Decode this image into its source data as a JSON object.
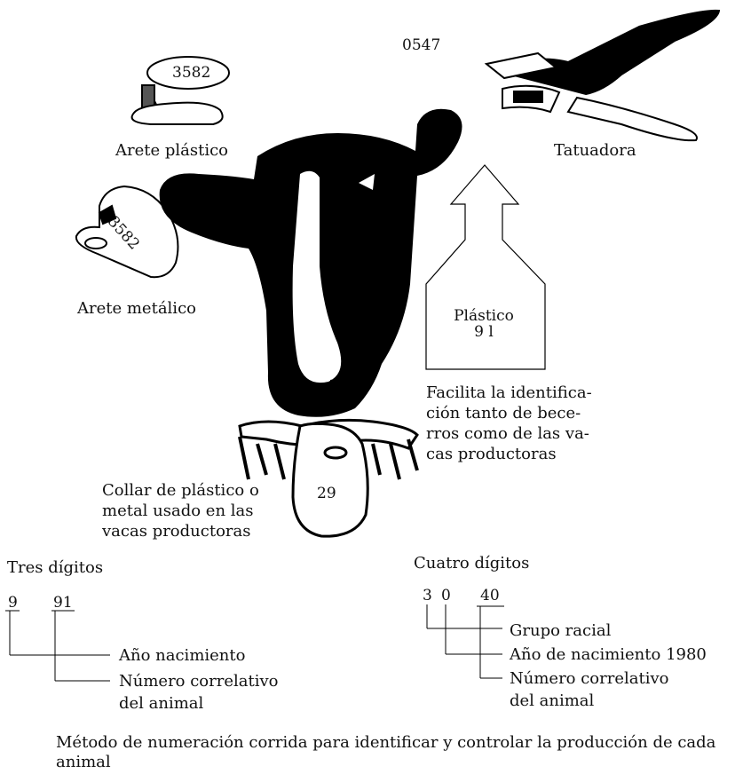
{
  "tattoo_number": "0547",
  "arete_plastico": {
    "number": "3582",
    "label": "Arete plástico"
  },
  "arete_metalico": {
    "number": "3582",
    "label": "Arete metálico"
  },
  "tatuadora": {
    "label": "Tatuadora"
  },
  "tag_plastico": {
    "title": "Plástico",
    "number": "9 l"
  },
  "facilita": [
    "Facilita la identifica-",
    "ción tanto de bece-",
    "rros como de las va-",
    "cas productoras"
  ],
  "collar": {
    "number": "29",
    "caption": [
      "Collar de plástico o",
      "metal usado en las",
      "vacas productoras"
    ]
  },
  "tres": {
    "title": "Tres dígitos",
    "d1": "9",
    "d2": "91",
    "labels": [
      "Año nacimiento",
      "Número correlativo",
      "del animal"
    ]
  },
  "cuatro": {
    "title": "Cuatro dígitos",
    "d1": "3",
    "d2": "0",
    "d3": "40",
    "labels": [
      "Grupo racial",
      "Año de nacimiento 1980",
      "Número correlativo",
      "del animal"
    ]
  },
  "caption": "Método de numeración corrida para identificar y controlar la producción de cada animal"
}
